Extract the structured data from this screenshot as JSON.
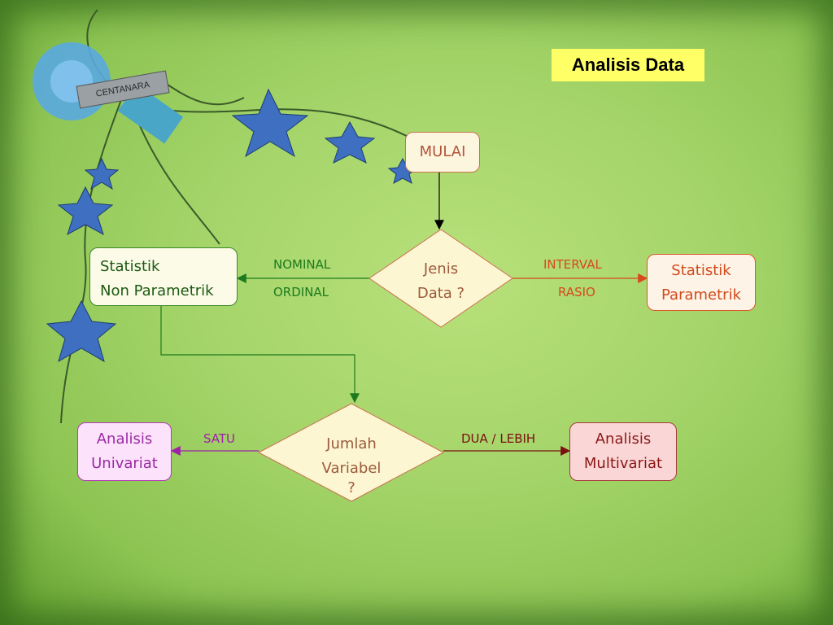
{
  "title": "Analisis Data",
  "nodes": {
    "mulai": "MULAI",
    "jenis_data": [
      "Jenis",
      "Data ?"
    ],
    "nonparam": [
      "Statistik",
      "Non Parametrik"
    ],
    "param": [
      "Statistik",
      "Parametrik"
    ],
    "jumlah_variabel": [
      "Jumlah",
      "Variabel",
      "?"
    ],
    "univariat": [
      "Analisis",
      "Univariat"
    ],
    "multivariat": [
      "Analisis",
      "Multivariat"
    ]
  },
  "edges": {
    "nominal": "NOMINAL",
    "ordinal": "ORDINAL",
    "interval": "INTERVAL",
    "rasio": "RASIO",
    "satu": "SATU",
    "dua_lebih": "DUA / LEBIH"
  },
  "colors": {
    "green": "#1d7a1d",
    "orange": "#d8481c",
    "purple": "#a020a8",
    "maroon": "#7a1010",
    "diamond_fill": "#fdf6d2",
    "diamond_stroke": "#c9724f"
  },
  "decoration": {
    "tag_text": "CENTANARA",
    "icons": [
      "flower-icon",
      "star-icon",
      "vine-icon"
    ]
  }
}
